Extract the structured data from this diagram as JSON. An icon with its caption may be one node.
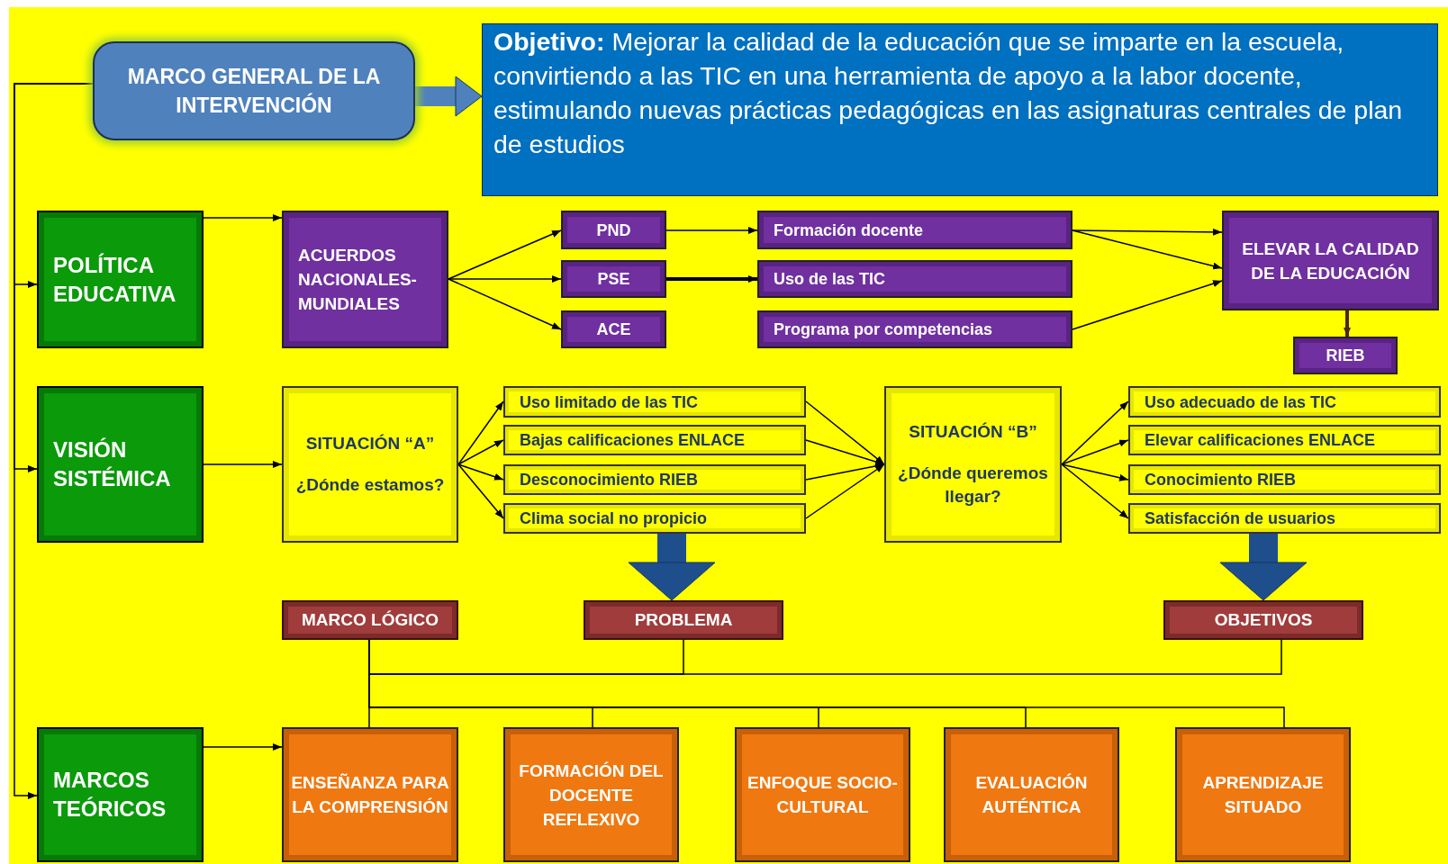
{
  "diagram": {
    "nodes": [
      {
        "text": [
          "MARCO GENERAL DE LA INTERVENCIÓN"
        ]
      },
      {
        "text": [
          "**Objetivo:** Mejorar la calidad de la educación que se imparte en la escuela, convirtiendo a las TIC en una herramienta de apoyo a la labor docente, estimulando nuevas prácticas pedagógicas en las asignaturas centrales de plan de estudios"
        ]
      },
      {
        "text": [
          "POLÍTICA EDUCATIVA"
        ]
      },
      {
        "text": [
          "ACUERDOS NACIONALES-MUNDIALES"
        ]
      },
      {
        "text": [
          "PND"
        ]
      },
      {
        "text": [
          "PSE"
        ]
      },
      {
        "text": [
          "ACE"
        ]
      },
      {
        "text": [
          "Formación docente"
        ]
      },
      {
        "text": [
          "Uso de las TIC"
        ]
      },
      {
        "text": [
          "Programa por competencias"
        ]
      },
      {
        "text": [
          "ELEVAR LA CALIDAD DE LA EDUCACIÓN"
        ]
      },
      {
        "text": [
          "RIEB"
        ]
      },
      {
        "text": [
          "VISIÓN SISTÉMICA"
        ]
      },
      {
        "text": [
          "SITUACIÓN “A”",
          "¿Dónde estamos?"
        ]
      },
      {
        "text": [
          "Uso limitado de las TIC"
        ]
      },
      {
        "text": [
          "Bajas calificaciones ENLACE"
        ]
      },
      {
        "text": [
          "Desconocimiento RIEB"
        ]
      },
      {
        "text": [
          "Clima social no propicio"
        ]
      },
      {
        "text": [
          "SITUACIÓN “B”",
          "¿Dónde queremos llegar?"
        ]
      },
      {
        "text": [
          "Uso adecuado de las TIC"
        ]
      },
      {
        "text": [
          "Elevar calificaciones ENLACE"
        ]
      },
      {
        "text": [
          "Conocimiento RIEB"
        ]
      },
      {
        "text": [
          "Satisfacción de usuarios"
        ]
      },
      {
        "text": [
          "MARCO LÓGICO"
        ]
      },
      {
        "text": [
          "PROBLEMA"
        ]
      },
      {
        "text": [
          "OBJETIVOS"
        ]
      },
      {
        "text": [
          "MARCOS TEÓRICOS"
        ]
      },
      {
        "text": [
          "ENSEÑANZA PARA LA COMPRENSIÓN"
        ]
      },
      {
        "text": [
          "FORMACIÓN DEL DOCENTE REFLEXIVO"
        ]
      },
      {
        "text": [
          "ENFOQUE SOCIO-CULTURAL"
        ]
      },
      {
        "text": [
          "EVALUACIÓN AUTÉNTICA"
        ]
      },
      {
        "text": [
          "APRENDIZAJE SITUADO"
        ]
      }
    ],
    "edges": [
      {
        "from": 0,
        "to": 1,
        "arrow": "to",
        "style": "thick",
        "color": "#4f81bd"
      },
      {
        "from": 0,
        "to": 2,
        "arrow": "to"
      },
      {
        "from": 0,
        "to": 12,
        "arrow": "to"
      },
      {
        "from": 0,
        "to": 26,
        "arrow": "to"
      },
      {
        "from": 2,
        "to": 3,
        "arrow": "to"
      },
      {
        "from": 3,
        "to": 4,
        "arrow": "to"
      },
      {
        "from": 3,
        "to": 5,
        "arrow": "to"
      },
      {
        "from": 3,
        "to": 6,
        "arrow": "to"
      },
      {
        "from": 4,
        "to": 7,
        "arrow": "to"
      },
      {
        "from": 5,
        "to": 8,
        "arrow": "to",
        "style": "thick"
      },
      {
        "from": 7,
        "to": 10,
        "arrow": "to"
      },
      {
        "from": 7,
        "to": 10,
        "arrow": "to"
      },
      {
        "from": 9,
        "to": 10,
        "arrow": "to"
      },
      {
        "from": 10,
        "to": 11,
        "arrow": "to",
        "style": "thick",
        "color": "#4a2a0a"
      },
      {
        "from": 12,
        "to": 13,
        "arrow": "to"
      },
      {
        "from": 13,
        "to": 14,
        "arrow": "to"
      },
      {
        "from": 13,
        "to": 15,
        "arrow": "to"
      },
      {
        "from": 13,
        "to": 16,
        "arrow": "to"
      },
      {
        "from": 13,
        "to": 17,
        "arrow": "to"
      },
      {
        "from": 14,
        "to": 18,
        "arrow": "to"
      },
      {
        "from": 15,
        "to": 18,
        "arrow": "to"
      },
      {
        "from": 16,
        "to": 18,
        "arrow": "to"
      },
      {
        "from": 17,
        "to": 18,
        "arrow": "to"
      },
      {
        "from": 18,
        "to": 19,
        "arrow": "to"
      },
      {
        "from": 18,
        "to": 20,
        "arrow": "to"
      },
      {
        "from": 18,
        "to": 21,
        "arrow": "to"
      },
      {
        "from": 18,
        "to": 22,
        "arrow": "to"
      },
      {
        "from": 17,
        "to": 24,
        "arrow": "to",
        "style": "thick",
        "color": "#1f4e8c"
      },
      {
        "from": 22,
        "to": 25,
        "arrow": "to",
        "style": "thick",
        "color": "#1f4e8c"
      },
      {
        "from": 26,
        "to": 27,
        "arrow": "to"
      },
      {
        "from": 24,
        "to": 23,
        "arrow": "none"
      },
      {
        "from": 25,
        "to": 23,
        "arrow": "none"
      },
      {
        "from": 23,
        "to": 27,
        "arrow": "none"
      },
      {
        "from": 23,
        "to": 28,
        "arrow": "none"
      },
      {
        "from": 23,
        "to": 29,
        "arrow": "none"
      },
      {
        "from": 23,
        "to": 30,
        "arrow": "none"
      },
      {
        "from": 23,
        "to": 31,
        "arrow": "none"
      }
    ]
  }
}
